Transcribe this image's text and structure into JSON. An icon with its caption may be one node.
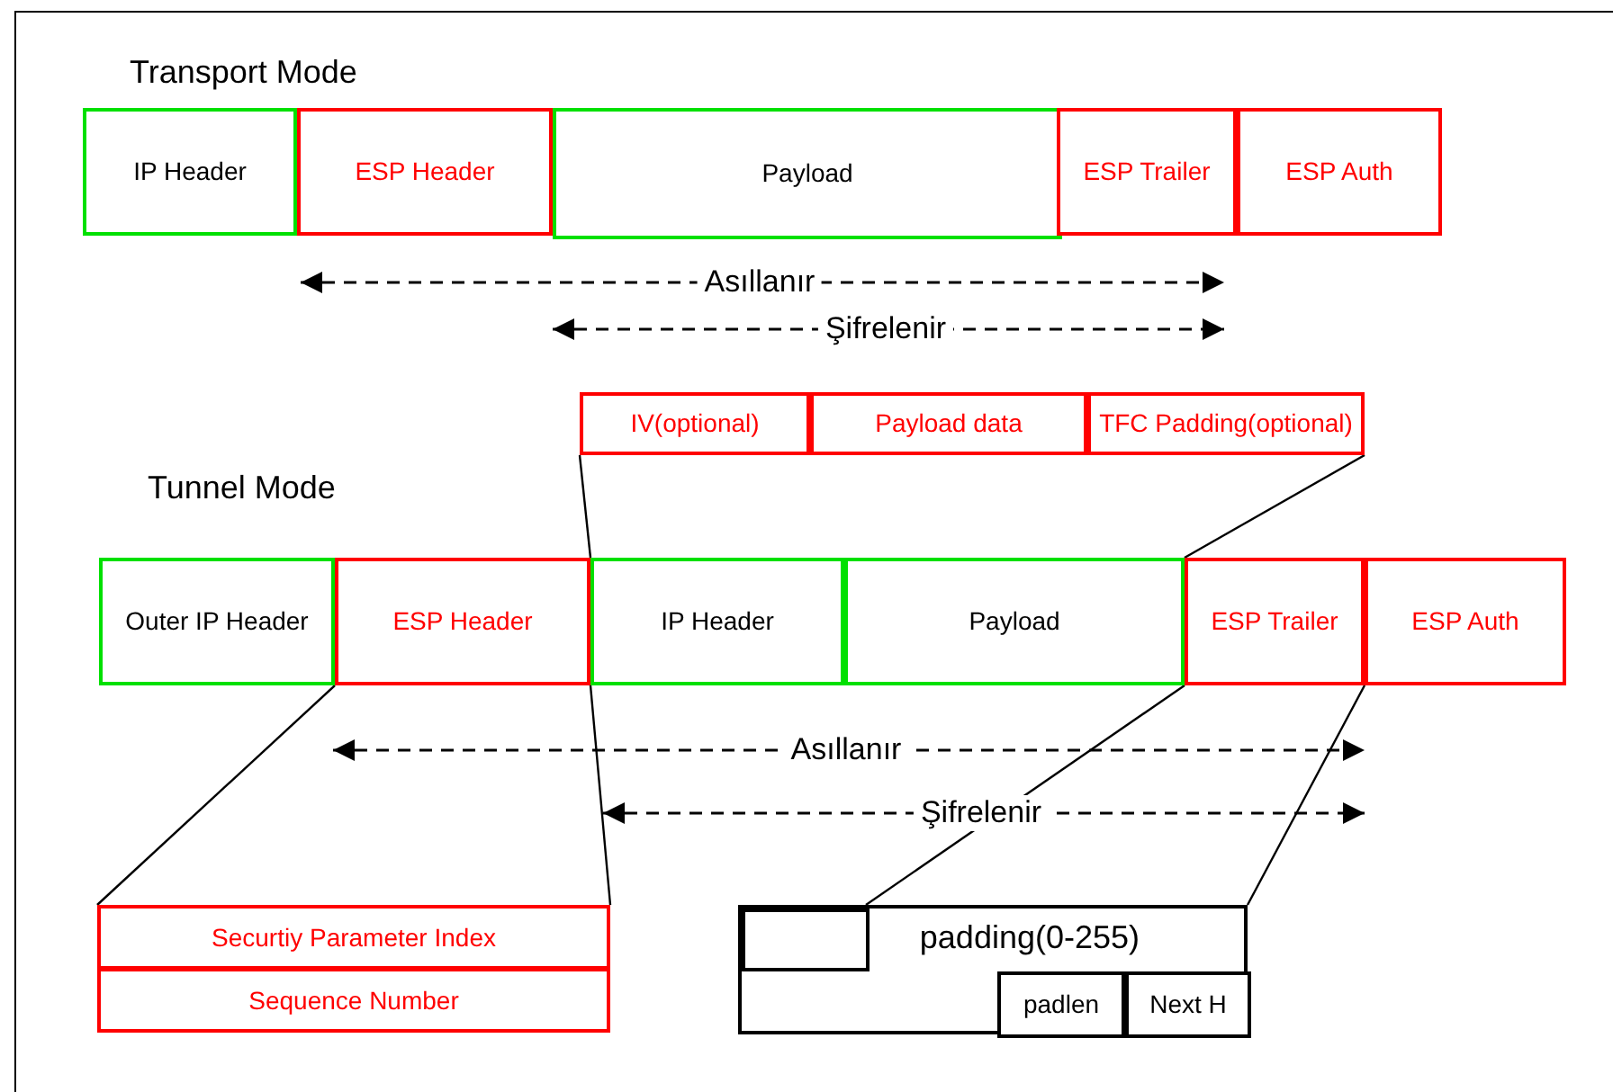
{
  "diagram": {
    "nodes": [
      {
        "text": [
          "IP Header"
        ]
      },
      {
        "text": [
          "ESP Header"
        ]
      },
      {
        "text": [
          "Payload"
        ]
      },
      {
        "text": [
          "ESP Trailer"
        ]
      },
      {
        "text": [
          "ESP Auth"
        ]
      },
      {
        "text": [
          "IV(optional)"
        ]
      },
      {
        "text": [
          "Payload data"
        ]
      },
      {
        "text": [
          "TFC Padding(optional)"
        ]
      },
      {
        "text": [
          "Outer IP Header"
        ]
      },
      {
        "text": [
          "ESP Header"
        ]
      },
      {
        "text": [
          "IP Header"
        ]
      },
      {
        "text": [
          "Payload"
        ]
      },
      {
        "text": [
          "ESP Trailer"
        ]
      },
      {
        "text": [
          "ESP Auth"
        ]
      },
      {
        "text": [
          "Securtiy Parameter Index"
        ]
      },
      {
        "text": [
          "Sequence Number"
        ]
      },
      {
        "text": [
          "padding(0-255)"
        ]
      },
      {
        "text": [],
        "shape": "box",
        "in": 16
      },
      {
        "text": [
          "padlen"
        ],
        "in": 16
      },
      {
        "text": [
          "Next H"
        ],
        "in": 16
      }
    ],
    "edges": [
      {
        "from": 5,
        "to": 9,
        "arrow": "none"
      },
      {
        "from": 9,
        "to": 14,
        "arrow": "none"
      },
      {
        "from": 9,
        "to": 14,
        "arrow": "none"
      },
      {
        "from": 7,
        "to": 12,
        "arrow": "none"
      },
      {
        "from": 12,
        "to": 16,
        "arrow": "none"
      },
      {
        "from": 12,
        "to": 16,
        "arrow": "none"
      }
    ],
    "labels": [
      "Transport Mode",
      "Asıllanır",
      "Şifrelenir",
      "Tunnel Mode",
      "Asıllanır",
      "Şifrelenir"
    ]
  }
}
